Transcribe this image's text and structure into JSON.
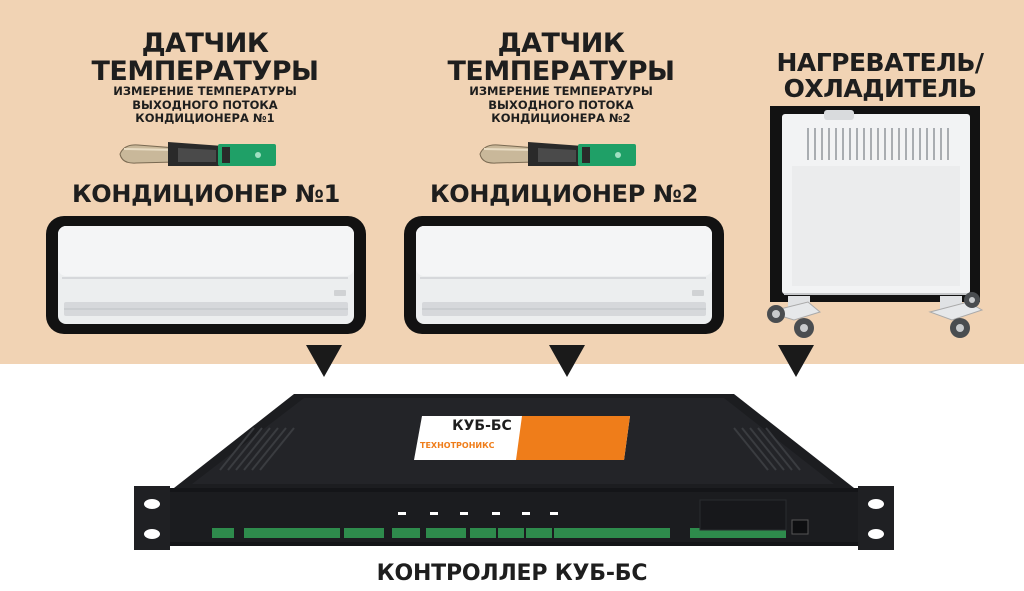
{
  "sensor1": {
    "title_line1": "ДАТЧИК",
    "title_line2": "ТЕМПЕРАТУРЫ",
    "desc_line1": "ИЗМЕРЕНИЕ ТЕМПЕРАТУРЫ",
    "desc_line2": "ВЫХОДНОГО ПОТОКА",
    "desc_line3": "КОНДИЦИОНЕРА №1"
  },
  "sensor2": {
    "title_line1": "ДАТЧИК",
    "title_line2": "ТЕМПЕРАТУРЫ",
    "desc_line1": "ИЗМЕРЕНИЕ ТЕМПЕРАТУРЫ",
    "desc_line2": "ВЫХОДНОГО ПОТОКА",
    "desc_line3": "КОНДИЦИОНЕРА №2"
  },
  "heater": {
    "title_line1": "НАГРЕВАТЕЛЬ/",
    "title_line2": "ОХЛАДИТЕЛЬ"
  },
  "ac1": {
    "title": "КОНДИЦИОНЕР №1"
  },
  "ac2": {
    "title": "КОНДИЦИОНЕР №2"
  },
  "controller": {
    "label": "КУБ-БС",
    "brand": "ТЕХНОТРОНИКС",
    "caption": "КОНТРОЛЛЕР КУБ-БС"
  },
  "colors": {
    "background_top": "#f1d3b4",
    "text": "#1e1e1e",
    "label_orange": "#ef7d1a",
    "device_body": "#1c1d20"
  }
}
